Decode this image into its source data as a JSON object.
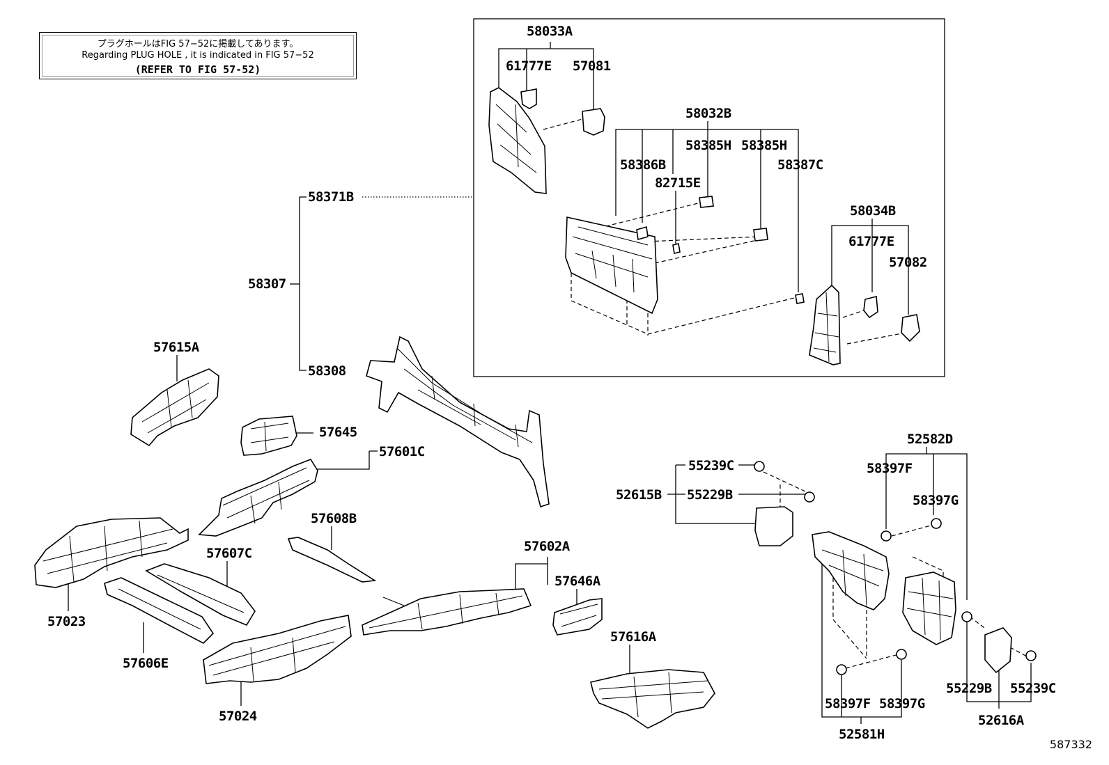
{
  "note": {
    "line1": "プラグホールはFIG 57−52に掲載してあります。",
    "line2": "Regarding PLUG HOLE , it is indicated in FIG 57−52",
    "line3": "(REFER TO FIG 57-52)"
  },
  "figure_id": "587332",
  "labels": {
    "p58033A": "58033A",
    "p61777E_a": "61777E",
    "p57081": "57081",
    "p58032B": "58032B",
    "p58385H_a": "58385H",
    "p58385H_b": "58385H",
    "p58386B": "58386B",
    "p82715E": "82715E",
    "p58387C": "58387C",
    "p58371B": "58371B",
    "p58034B": "58034B",
    "p61777E_b": "61777E",
    "p57082": "57082",
    "p58307": "58307",
    "p58308": "58308",
    "p57615A": "57615A",
    "p57645": "57645",
    "p57601C": "57601C",
    "p57608B": "57608B",
    "p57607C": "57607C",
    "p57602A": "57602A",
    "p57646A": "57646A",
    "p57023": "57023",
    "p57606E": "57606E",
    "p57024": "57024",
    "p57616A": "57616A",
    "p55239C_a": "55239C",
    "p52615B": "52615B",
    "p55229B_a": "55229B",
    "p52582D": "52582D",
    "p58397F_a": "58397F",
    "p58397G_a": "58397G",
    "p58397F_b": "58397F",
    "p58397G_b": "58397G",
    "p52581H": "52581H",
    "p55229B_b": "55229B",
    "p55239C_b": "55239C",
    "p52616A": "52616A"
  }
}
